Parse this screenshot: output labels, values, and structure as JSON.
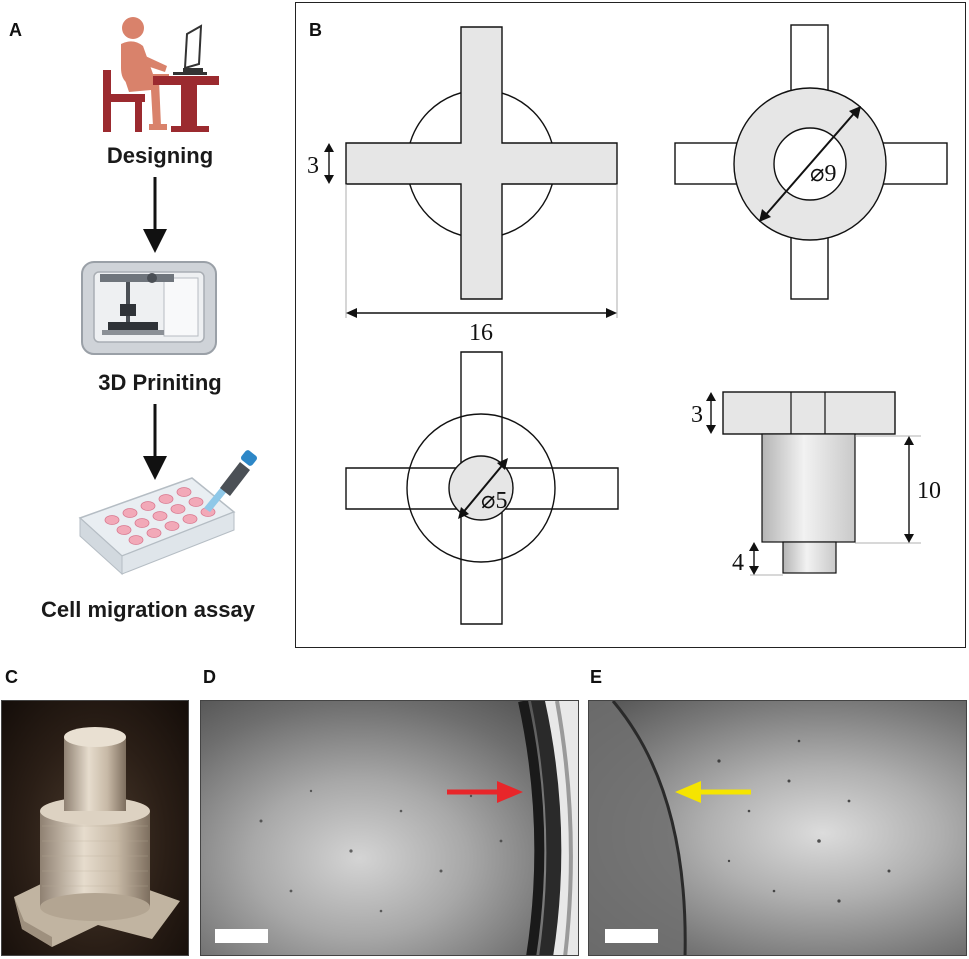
{
  "panels": {
    "a": {
      "letter": "A"
    },
    "b": {
      "letter": "B"
    },
    "c": {
      "letter": "C"
    },
    "d": {
      "letter": "D"
    },
    "e": {
      "letter": "E"
    }
  },
  "workflow": {
    "steps": [
      {
        "label": "Designing",
        "icon": "person-at-computer-icon"
      },
      {
        "label": "3D Priniting",
        "icon": "3d-printer-icon"
      },
      {
        "label": "Cell migration assay",
        "icon": "well-plate-pipette-icon"
      }
    ]
  },
  "drawings": {
    "cross_top_view": {
      "width_label": "16",
      "arm_label": "3"
    },
    "ring_top_view": {
      "diameter_label": "⌀9"
    },
    "inner_top_view": {
      "diameter_label": "⌀5"
    },
    "side_view": {
      "top_label": "3",
      "middle_label": "10",
      "bottom_label": "4"
    }
  },
  "micrographs": {
    "d": {
      "arrow_color": "#e8262a"
    },
    "e": {
      "arrow_color": "#f5e400"
    }
  },
  "colors": {
    "part_fill": "#e6e6e6",
    "outline": "#111111",
    "person": "#d9826b",
    "furniture": "#9b2a2f"
  }
}
